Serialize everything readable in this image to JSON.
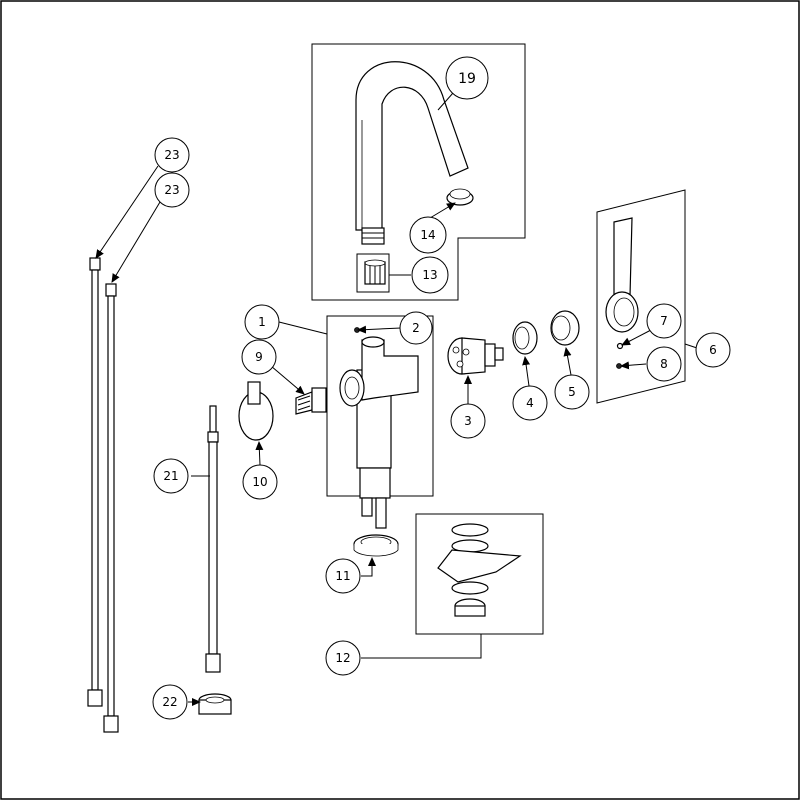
{
  "diagram": {
    "callouts": [
      {
        "id": "c1",
        "label": "1"
      },
      {
        "id": "c2",
        "label": "2"
      },
      {
        "id": "c3",
        "label": "3"
      },
      {
        "id": "c4",
        "label": "4"
      },
      {
        "id": "c5",
        "label": "5"
      },
      {
        "id": "c6",
        "label": "6"
      },
      {
        "id": "c7",
        "label": "7"
      },
      {
        "id": "c8",
        "label": "8"
      },
      {
        "id": "c9",
        "label": "9"
      },
      {
        "id": "c10",
        "label": "10"
      },
      {
        "id": "c11",
        "label": "11"
      },
      {
        "id": "c12",
        "label": "12"
      },
      {
        "id": "c13",
        "label": "13"
      },
      {
        "id": "c14",
        "label": "14"
      },
      {
        "id": "c19",
        "label": "19"
      },
      {
        "id": "c21",
        "label": "21"
      },
      {
        "id": "c22",
        "label": "22"
      },
      {
        "id": "c23a",
        "label": "23"
      },
      {
        "id": "c23b",
        "label": "23"
      }
    ]
  }
}
